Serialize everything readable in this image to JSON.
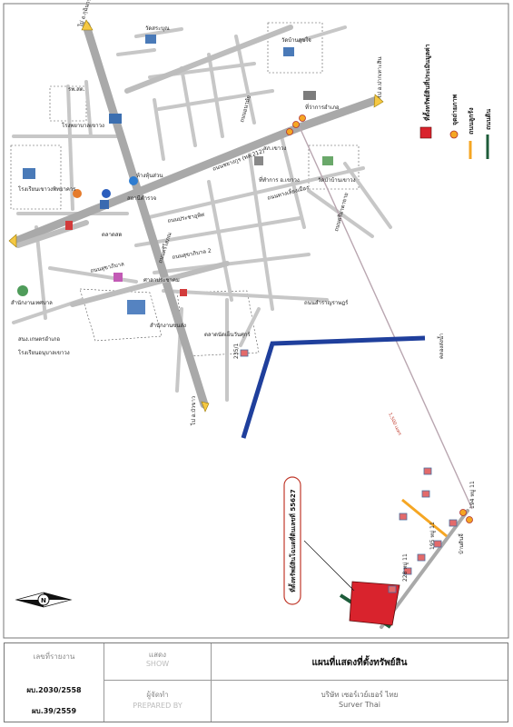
{
  "map": {
    "legend": {
      "title": "ที่ตั้งทรัพย์สินที่ประเมินมูลค่า",
      "photo_point": "จุดถ่ายภาพ",
      "road_paved": "ถนนลูกรัง",
      "road_earth": "ถนนดิน"
    },
    "parcel_label": "ที่ตั้งทรัพย์สินโฉนดที่ดินเลขที่ 55627",
    "distance_label": "1,500 เมตร",
    "roads": {
      "to_khaowong": "ไป อ.กุฉินารายณ์",
      "to_north": "ไป อ.ปากเทาะสิน",
      "to_south": "ไป อ.บัวขาว",
      "main_road": "ถนนชยางกูร (ทล.212)",
      "road_a": "ถนนสุขาภิบาล",
      "road_b": "ถนนศรีมาตายาย",
      "road_c": "ถนนสุขาภิบาล 2",
      "road_d": "ถนนประชาอุทิศ",
      "road_e": "ถนนทางเลี่ยงเมือง",
      "road_f": "ถนนสำราญราษฎร์",
      "road_g": "ถนนศรีโสภณ",
      "road_h": "ถนนอนามัย"
    },
    "places": {
      "p1": "วัดสระบุณ",
      "p2": "รพ.สต.",
      "p3": "โรงพยาบาลเขาวง",
      "p4": "วัดบ้านสุขใจ",
      "p5": "ที่ว่าการอำเภอ",
      "p6": "สถานีตำรวจ",
      "p7": "ตลาดสด",
      "p8": "โรงเรียนเขาวงพิทยาคาร",
      "p9": "วัดป่าบ้านเขาวง",
      "p10": "สำนักงานเทศบาล",
      "p11": "ที่ทำการ อ.เขาวง",
      "p12": "สภ.เขาวง",
      "p13": "ศาลาประชาคม",
      "p14": "สำนักงานขนส่ง",
      "p15": "ห้างหุ้นส่วน",
      "p16": "โรงเรียนอนุบาลเขาวง",
      "p17": "ตลาดนัดเย็นวันศุกร์",
      "p18": "สนง.เกษตรอำเภอ",
      "p19": "คลองส่งน้ำ",
      "p20": "บ้านดินจี่"
    },
    "house_labels": {
      "h1": "194 หมู่ 11",
      "h2": "195 หมู่ 11",
      "h3": "228 หมู่ 11",
      "h4": "235/1"
    }
  },
  "title_block": {
    "ref_label": "เลขที่รายงาน",
    "ref_1": "ผบ.2030/2558",
    "ref_2": "ผบ.39/2559",
    "show_label": "แสดง",
    "show_sub": "SHOW",
    "prepared_label": "ผู้จัดทำ",
    "prepared_sub": "PREPARED BY",
    "main_title": "แผนที่แสดงที่ตั้งทรัพย์สิน",
    "company_th": "บริษัท เซอร์เวย์เยอร์ ไทย",
    "company_en": "Surver Thai"
  }
}
